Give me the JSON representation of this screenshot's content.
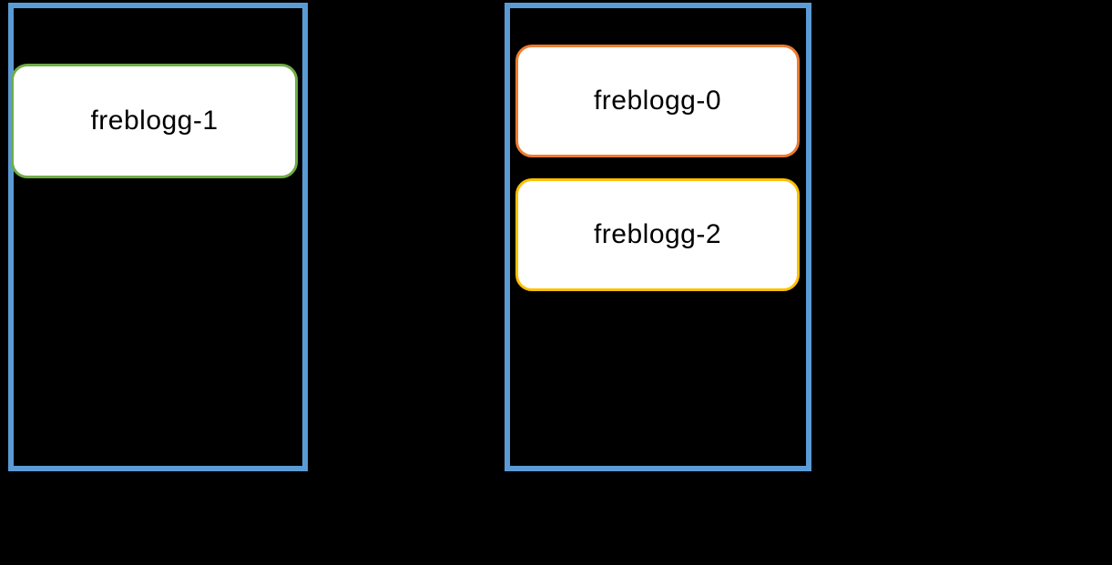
{
  "colors": {
    "bg": "#000000",
    "node-border": "#5B9BD5",
    "pod-green": "#70AD47",
    "pod-orange": "#ED7D31",
    "pod-yellow": "#FFC000",
    "pod-fill": "#FFFFFF",
    "label-color": "#000000"
  },
  "nodes": [
    {
      "id": "node-1",
      "pods": [
        {
          "label": "freblogg-1",
          "border_color": "#70AD47"
        }
      ]
    },
    {
      "id": "node-2",
      "pods": [
        {
          "label": "freblogg-0",
          "border_color": "#ED7D31"
        },
        {
          "label": "freblogg-2",
          "border_color": "#FFC000"
        }
      ]
    }
  ]
}
